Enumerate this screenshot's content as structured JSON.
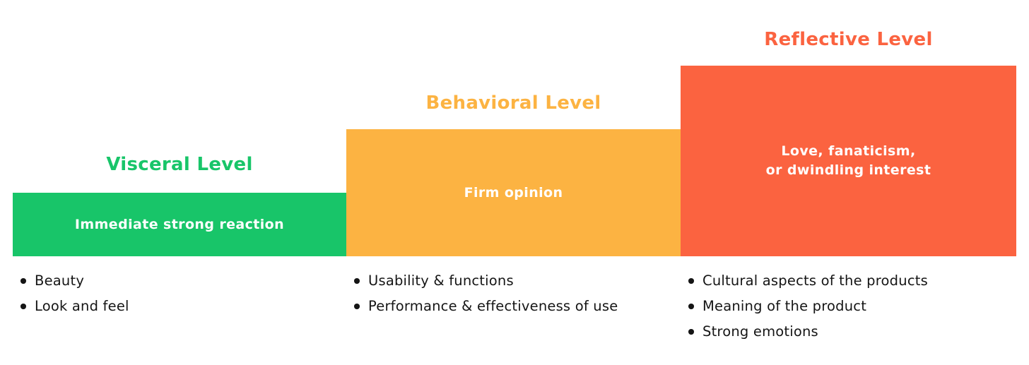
{
  "levels": [
    {
      "title": "Visceral Level",
      "color": "#18C569",
      "block_label": "Immediate strong reaction",
      "bullets": [
        "Beauty",
        "Look and feel"
      ]
    },
    {
      "title": "Behavioral Level",
      "color": "#FCB342",
      "block_label": "Firm opinion",
      "bullets": [
        "Usability & functions",
        "Performance & effectiveness of use"
      ]
    },
    {
      "title": "Reflective Level",
      "color": "#FB6340",
      "block_label": "Love, fanaticism,\nor dwindling interest",
      "bullets": [
        "Cultural aspects of the products",
        "Meaning of the product",
        "Strong emotions"
      ]
    }
  ],
  "styles": {
    "background": "#FFFFFF",
    "block_text_color": "#FFFFFF",
    "bullet_text_color": "#151515"
  }
}
